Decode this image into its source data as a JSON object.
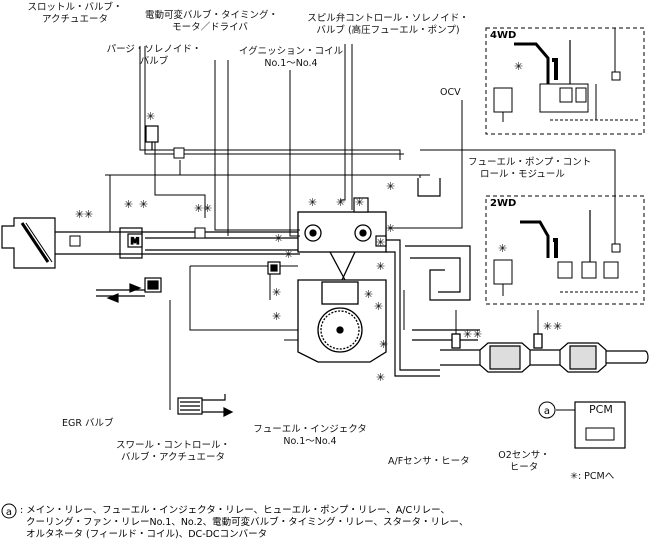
{
  "labels": {
    "throttle": [
      "スロットル・バルブ・",
      "アクチュエータ"
    ],
    "valve_timing": [
      "電動可変バルブ・タイミング・",
      "モータ／ドライバ"
    ],
    "spill_valve": [
      "スピル弁コントロール・ソレノイド・",
      "バルブ (高圧フューエル・ポンプ)"
    ],
    "purge": [
      "パージ・ソレノイド・",
      "バルブ"
    ],
    "ignition": [
      "イグニッション・コイル",
      "No.1〜No.4"
    ],
    "ocv": "OCV",
    "fuel_pump": [
      "フューエル・ポンプ・コント",
      "ロール・モジュール"
    ],
    "egr": "EGR バルブ",
    "swirl": [
      "スワール・コントロール・",
      "バルブ・アクチュエータ"
    ],
    "injector": [
      "フューエル・インジェクタ",
      "No.1〜No.4"
    ],
    "af_sensor": "A/Fセンサ・ヒータ",
    "o2_sensor": [
      "O2センサ・",
      "ヒータ"
    ],
    "pcm": "PCM",
    "pcm_note": "✳: PCMへ"
  },
  "insets": {
    "top": "4WD",
    "bottom": "2WD"
  },
  "symbols": {
    "asterisk": "✳",
    "motor": "M",
    "circle_a": "a"
  },
  "footnote": [
    ": メイン・リレー、フューエル・インジェクタ・リレー、ヒューエル・ポンプ・リレー、A/Cリレー、",
    "クーリング・ファン・リレーNo.1、No.2、電動可変バルブ・タイミング・リレー、スタータ・リレー、",
    "オルタネータ (フィールド・コイル)、DC-DCコンバータ"
  ]
}
